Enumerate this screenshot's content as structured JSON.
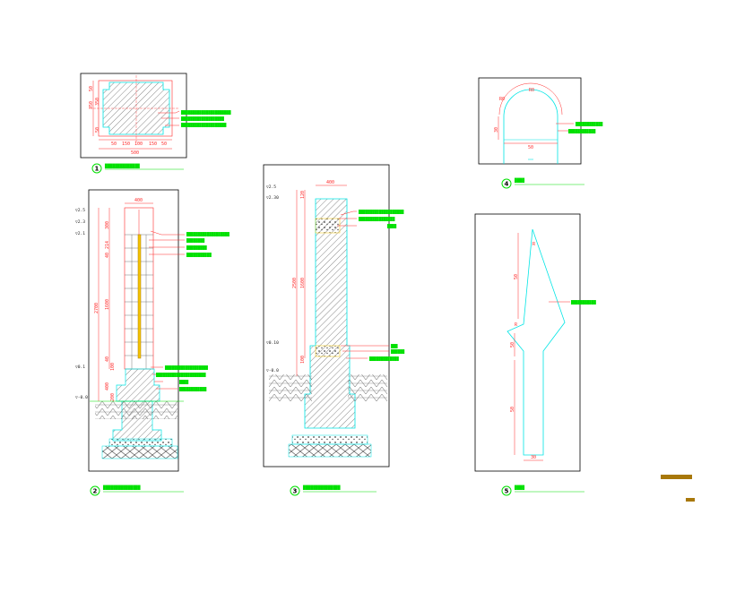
{
  "colors": {
    "dim": "#ff2a2a",
    "note": "#00e000",
    "outline": "#00e5e5",
    "frame": "#000000",
    "accent": "#a8780a",
    "hatch": "#555555"
  },
  "detail1": {
    "num": "1",
    "title": "██████████████",
    "dims_bottom": [
      "50",
      "150",
      "100",
      "150",
      "50"
    ],
    "dim_total": "500",
    "dims_left": [
      "50",
      "350",
      "350",
      "50"
    ],
    "notes": [
      "██████████████████████",
      "███████████████████",
      "████████████████████"
    ]
  },
  "detail2": {
    "num": "2",
    "title": "███████████████",
    "elevations": [
      "▽2.5",
      "▽2.3",
      "▽2.1",
      "▽0.1",
      "▽-0.0"
    ],
    "dims": [
      "400",
      "300",
      "214",
      "40",
      "1600",
      "2700",
      "40",
      "100",
      "400",
      "200"
    ],
    "notes_top": [
      "███████████████████",
      "████████",
      "█████████",
      "███████████"
    ],
    "notes_bottom": [
      "███████████████████",
      "██████████████████████",
      "████",
      "████████████"
    ]
  },
  "detail3": {
    "num": "3",
    "title": "███████████████",
    "elevations": [
      "▽2.5",
      "▽2.30",
      "▽0.10",
      "▽-0.0"
    ],
    "dims": [
      "400",
      "120",
      "1600",
      "2500",
      "100"
    ],
    "notes_top": [
      "████████████████████",
      "████████████████",
      "████"
    ],
    "notes_bottom": [
      "███",
      "██████",
      "█████████████"
    ]
  },
  "detail4": {
    "num": "4",
    "title": "████",
    "dims": [
      "R0",
      "R0",
      "30",
      "50"
    ],
    "notes": [
      "████████████",
      "████████████"
    ]
  },
  "detail5": {
    "num": "5",
    "title": "████",
    "dims": [
      "R",
      "50",
      "R",
      "50",
      "50",
      "30"
    ],
    "notes": [
      "███████████"
    ]
  }
}
